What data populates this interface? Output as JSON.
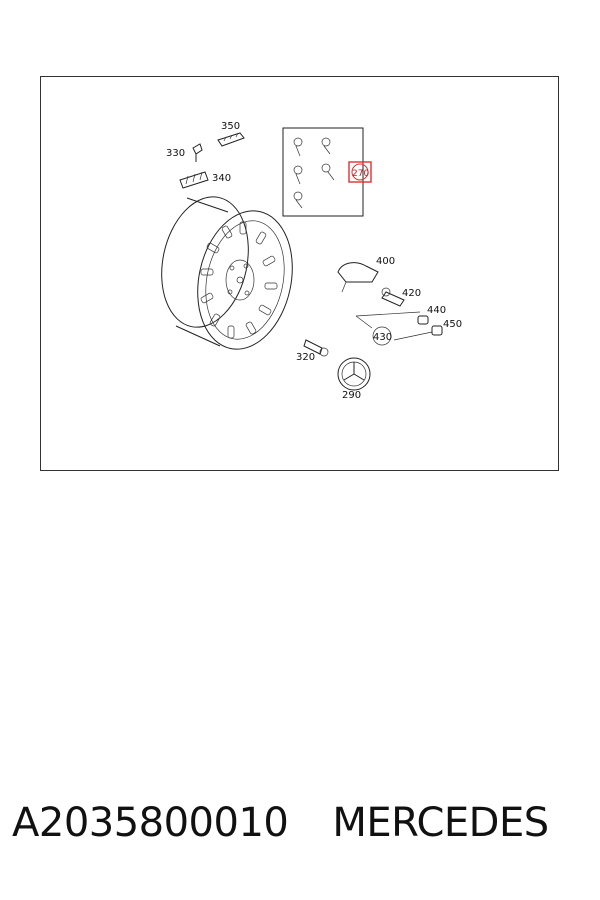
{
  "diagram": {
    "callouts": {
      "c350": "350",
      "c330": "330",
      "c340": "340",
      "c270": "270",
      "c400": "400",
      "c420": "420",
      "c440": "440",
      "c430": "430",
      "c450": "450",
      "c320": "320",
      "c290": "290"
    },
    "colors": {
      "highlight": "#e03030",
      "line": "#222222"
    }
  },
  "footer": {
    "part_number": "A2035800010",
    "brand": "MERCEDES"
  }
}
